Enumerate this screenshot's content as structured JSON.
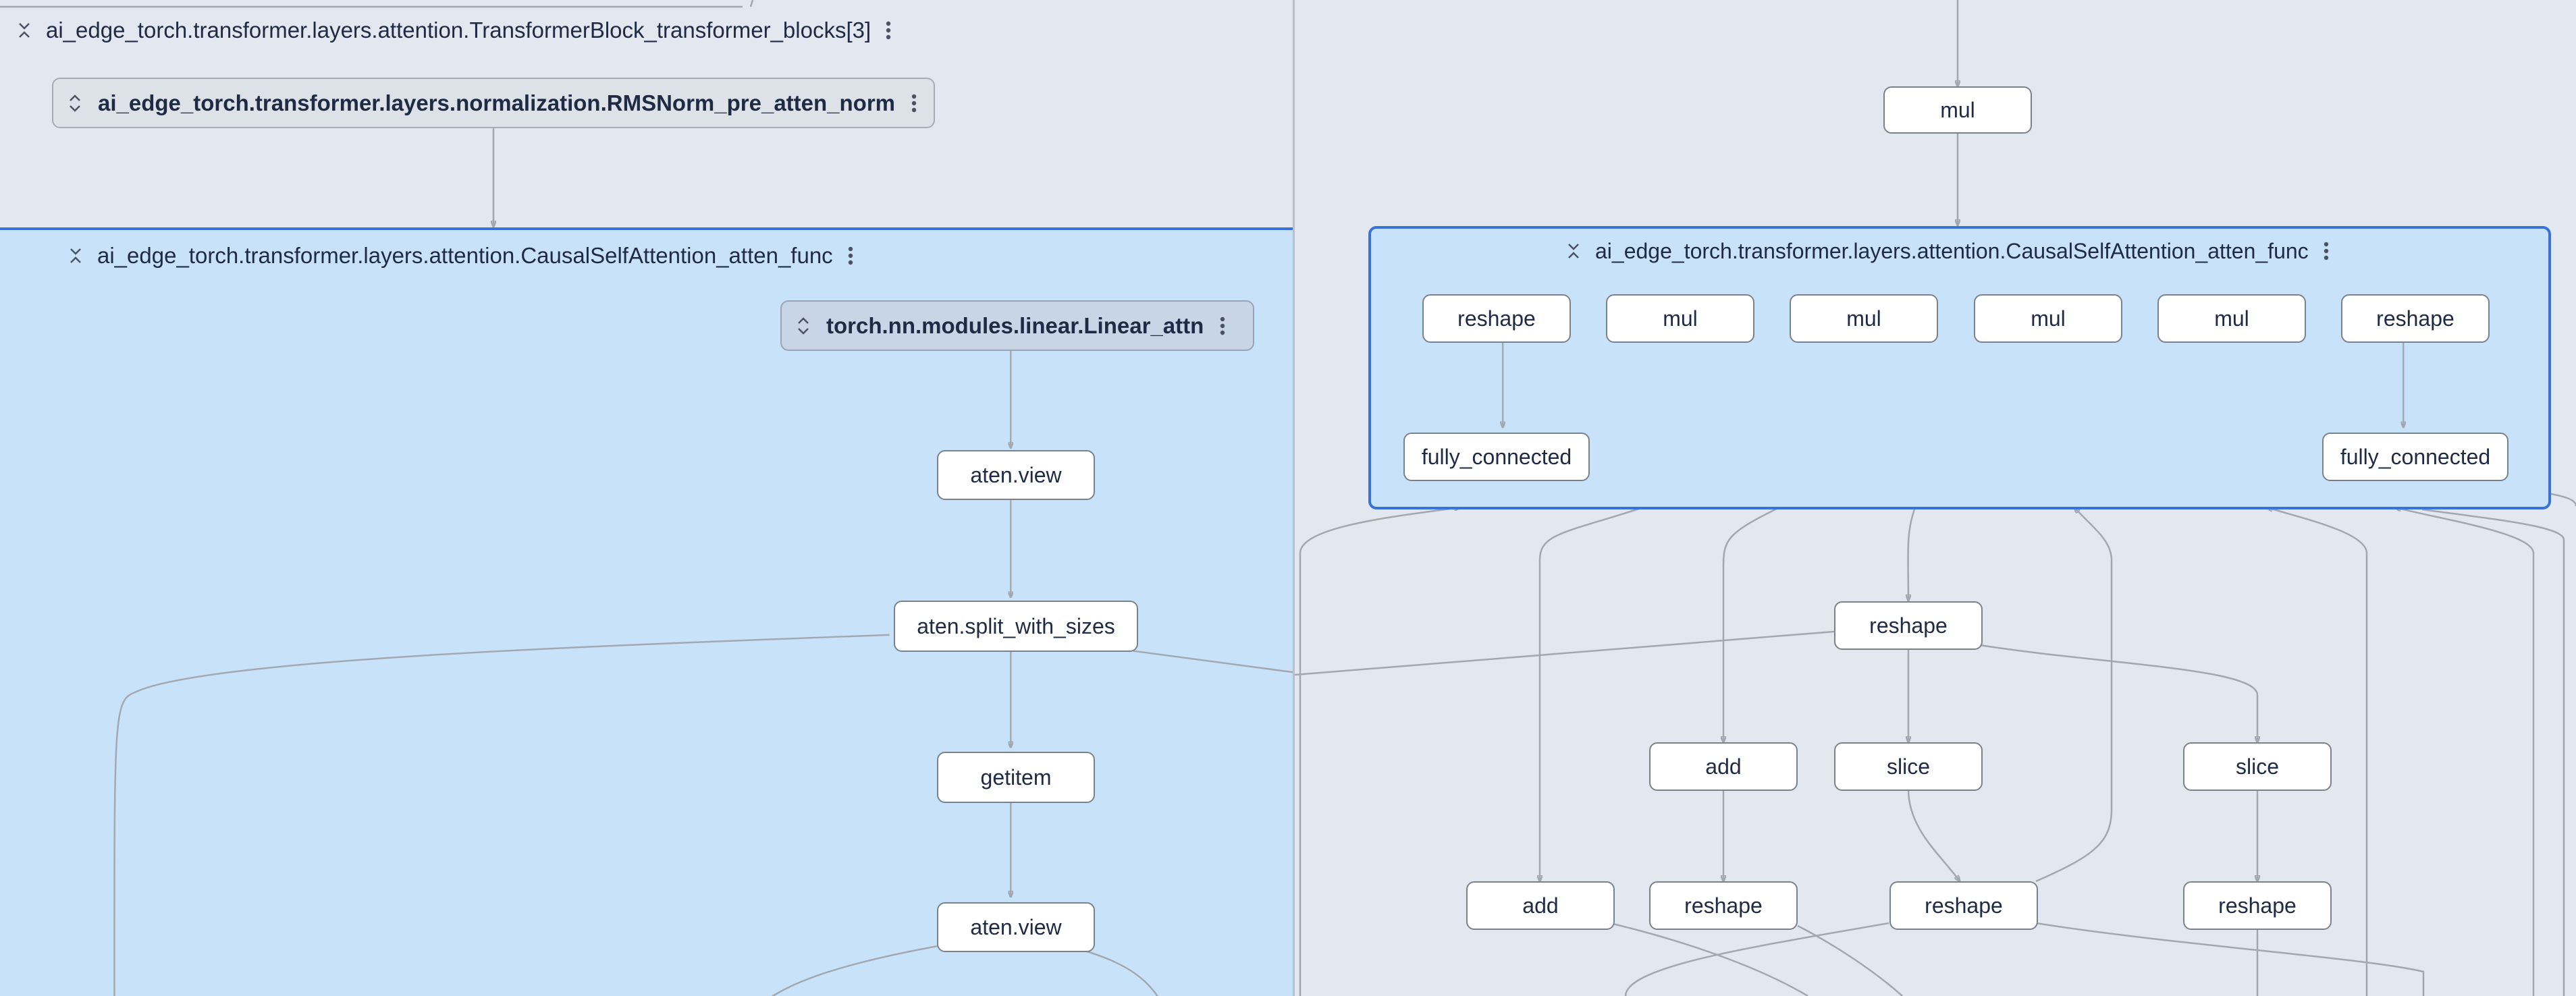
{
  "left_pane": {
    "transformer_block": {
      "label": "ai_edge_torch.transformer.layers.attention.TransformerBlock_transformer_blocks[3]"
    },
    "rmsnorm": {
      "label": "ai_edge_torch.transformer.layers.normalization.RMSNorm_pre_atten_norm"
    },
    "attention_group": {
      "label": "ai_edge_torch.transformer.layers.attention.CausalSelfAttention_atten_func",
      "linear": {
        "label": "torch.nn.modules.linear.Linear_attn"
      },
      "nodes": [
        "aten.view",
        "aten.split_with_sizes",
        "getitem",
        "aten.view"
      ]
    }
  },
  "right_pane": {
    "mul_top": "mul",
    "attention_group": {
      "label": "ai_edge_torch.transformer.layers.attention.CausalSelfAttention_atten_func",
      "row1": [
        "reshape",
        "mul",
        "mul",
        "mul",
        "mul",
        "reshape"
      ],
      "row2": [
        "fully_connected",
        "fully_connected"
      ]
    },
    "nodes": {
      "reshape_a": "reshape",
      "add_a": "add",
      "slice_a": "slice",
      "slice_b": "slice",
      "add_b": "add",
      "reshape_b": "reshape",
      "reshape_c": "reshape",
      "reshape_d": "reshape"
    }
  },
  "colors": {
    "canvas": "#e2e7f0",
    "group_fill": "#c8e3f9",
    "group_border": "#3a73d8",
    "edge": "#a3a8b0",
    "node_border": "#7b818b"
  },
  "icons": {
    "collapse": "collapse-icon",
    "expand": "expand-icon",
    "more": "more-vert-icon"
  }
}
